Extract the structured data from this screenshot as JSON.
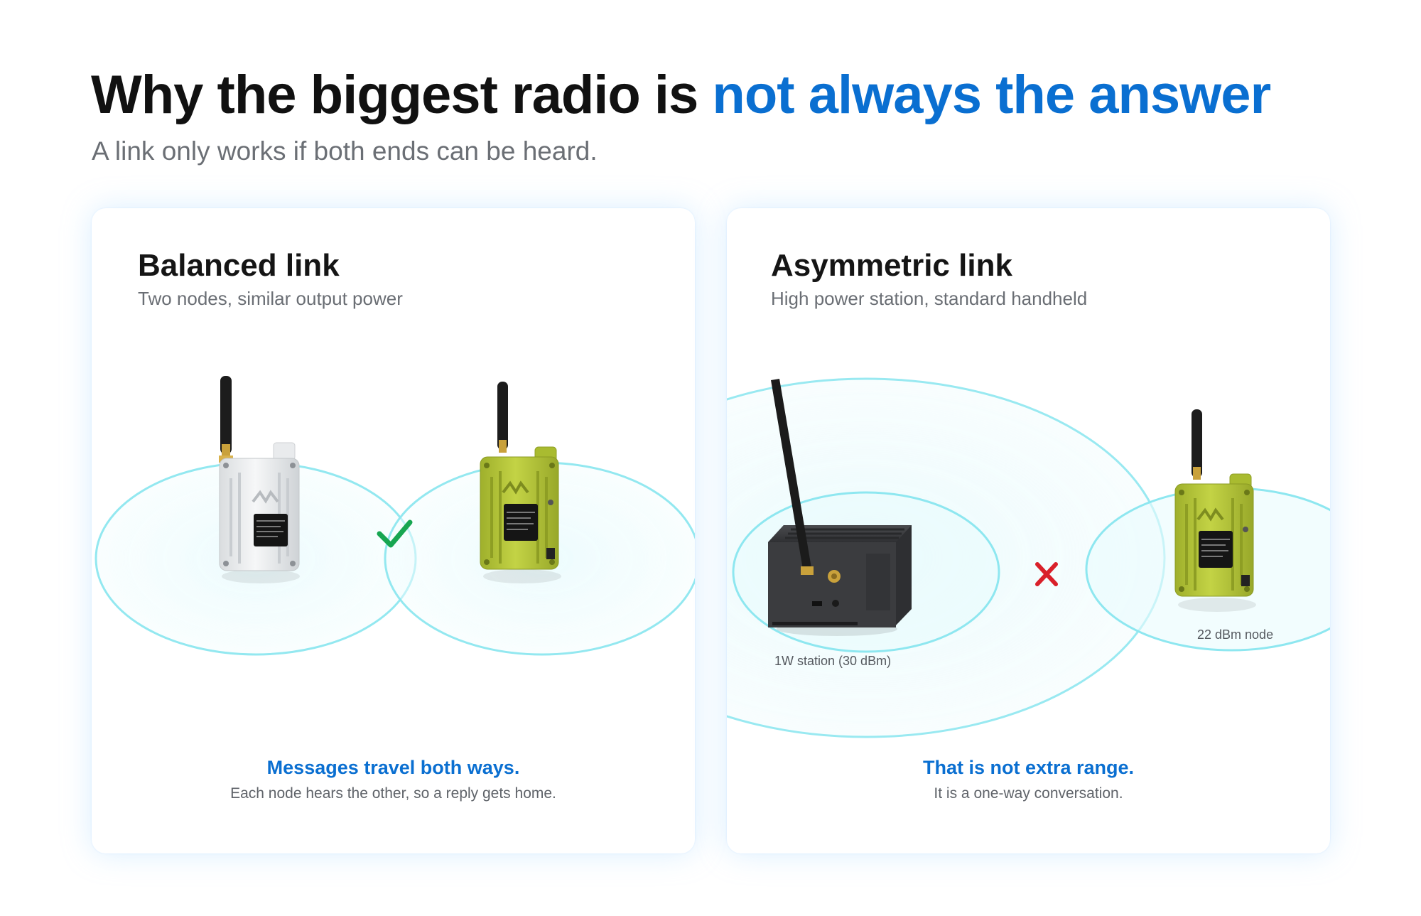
{
  "header": {
    "title_main": "Why the biggest radio is ",
    "title_accent": "not always the answer",
    "subtitle": "A link only works if both ends can be heard."
  },
  "panels": [
    {
      "title": "Balanced link",
      "subtitle": "Two nodes, similar output power",
      "message_title": "Messages travel both ways.",
      "message_sub": "Each node hears the other, so a reply gets home.",
      "status_icon": "check-icon"
    },
    {
      "title": "Asymmetric link",
      "subtitle": "High power station, standard handheld",
      "message_title": "That is not extra range.",
      "message_sub": "It is a one-way conversation.",
      "status_icon": "cross-icon",
      "labels": {
        "station": "1W station (30 dBm)",
        "node": "22 dBm node"
      }
    }
  ],
  "colors": {
    "accent": "#0a6fd1",
    "ring": "#7fe6f0",
    "check": "#17a651",
    "cross": "#d9202a",
    "node_white": "#eef0f2",
    "node_yellow": "#b7c93a",
    "station": "#3a3b3e"
  }
}
